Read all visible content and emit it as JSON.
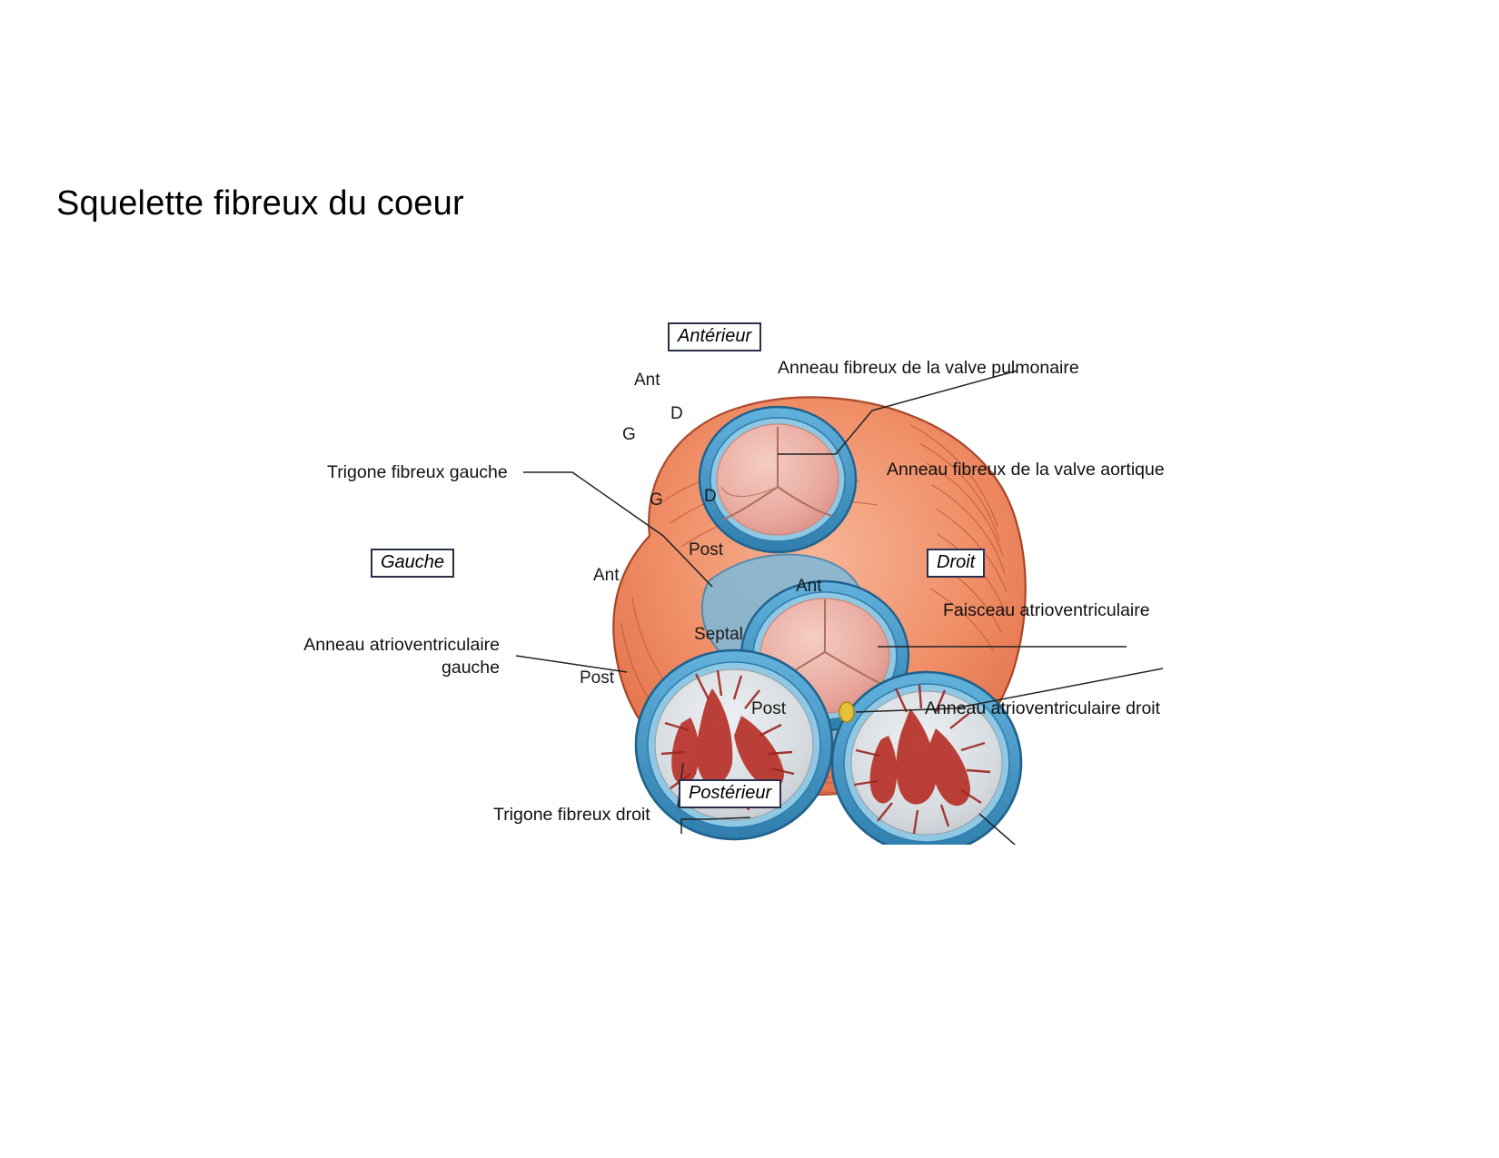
{
  "slide": {
    "title": "Squelette fibreux du coeur",
    "background_color": "#ffffff"
  },
  "figure": {
    "orientation_labels": {
      "anterior": "Antérieur",
      "posterior": "Postérieur",
      "left": "Gauche",
      "right": "Droit"
    },
    "callouts": {
      "pulmonary_ring": "Anneau fibreux de la valve pulmonaire",
      "aortic_ring": "Anneau fibreux de la valve aortique",
      "left_trigone": "Trigone fibreux gauche",
      "right_trigone": "Trigone fibreux droit",
      "av_bundle": "Faisceau atrioventriculaire",
      "left_av_ring_line1": "Anneau atrioventriculaire",
      "left_av_ring_line2": "gauche",
      "right_av_ring": "Anneau atrioventriculaire droit"
    },
    "cusps": {
      "pulmonary": {
        "anterior": "Ant",
        "right": "D",
        "left": "G"
      },
      "aortic": {
        "left": "G",
        "right": "D",
        "posterior": "Post"
      },
      "mitral": {
        "anterior": "Ant",
        "posterior": "Post"
      },
      "tricuspid": {
        "anterior": "Ant",
        "posterior": "Post",
        "septal": "Septal"
      }
    },
    "colors": {
      "myocardium": "#e8714a",
      "myocardium_light": "#f3a98a",
      "fibrous_ring": "#4a9fd0",
      "fibrous_ring_dark": "#2a6f9e",
      "valve_cusp": "#e8a79c",
      "valve_cusp_light": "#f0bfb6",
      "chordae": "#c0392b",
      "ventricle_cavity": "#d8dde2",
      "box_border": "#2a2f4a",
      "leader_line": "#222222"
    }
  }
}
